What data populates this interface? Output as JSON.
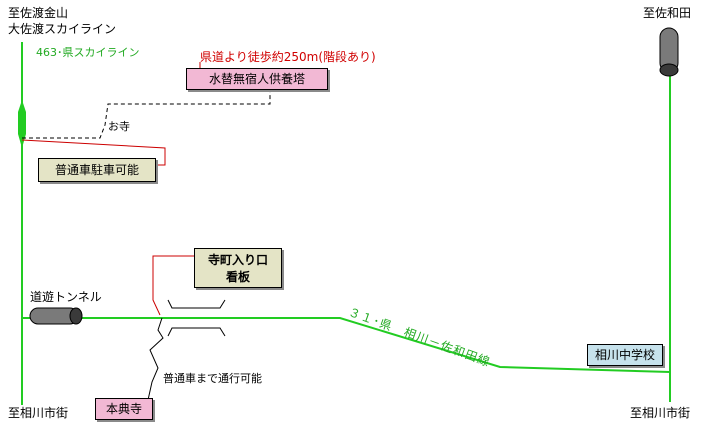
{
  "labels": {
    "top_left_dest_line1": "至佐渡金山",
    "top_left_dest_line2": "大佐渡スカイライン",
    "top_right_dest": "至佐和田",
    "bottom_left_dest": "至相川市街",
    "bottom_right_dest": "至相川市街",
    "route_left": "463･県スカイライン",
    "route_31": "３１･県　相川－佐和田線",
    "walk_note": "県道より徒歩約250m(階段あり)",
    "temple_note": "お寺",
    "tunnel": "道遊トンネル",
    "regular_car_note": "普通車まで通行可能"
  },
  "boxes": {
    "memorial": "水替無宿人供養塔",
    "parking": "普通車駐車可能",
    "sign_line1": "寺町入り口",
    "sign_line2": "看板",
    "school": "相川中学校",
    "honten": "本典寺"
  },
  "colors": {
    "road": "#22cc22",
    "route_text": "#22aa22",
    "leader": "#cc0000",
    "walk_text": "#d00000",
    "pink_box": "#f2b8d4",
    "khaki_box": "#e4e4c6",
    "blue_box": "#c6e2ec",
    "tunnel_fill": "#7a7a7a"
  }
}
